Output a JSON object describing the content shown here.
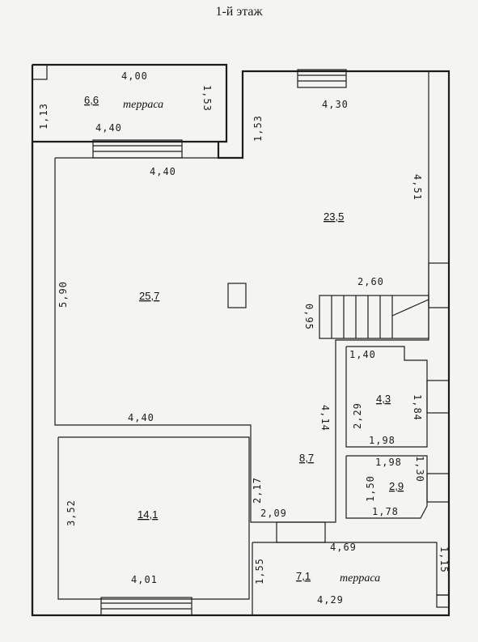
{
  "title": "1-й этаж",
  "terrace_label": "терраса",
  "areas": [
    "6,6",
    "23,5",
    "25,7",
    "4,3",
    "8,7",
    "2,9",
    "14,1",
    "7,1"
  ],
  "dims": [
    "4,00",
    "1,13",
    "1,53",
    "4,40",
    "4,40",
    "1,53",
    "4,30",
    "4,51",
    "5,90",
    "2,60",
    "0,95",
    "1,40",
    "2,29",
    "1,84",
    "4,14",
    "1,98",
    "4,40",
    "1,98",
    "1,30",
    "2,17",
    "1,50",
    "1,78",
    "3,52",
    "2,09",
    "4,69",
    "1,15",
    "1,55",
    "4,01",
    "4,29"
  ]
}
